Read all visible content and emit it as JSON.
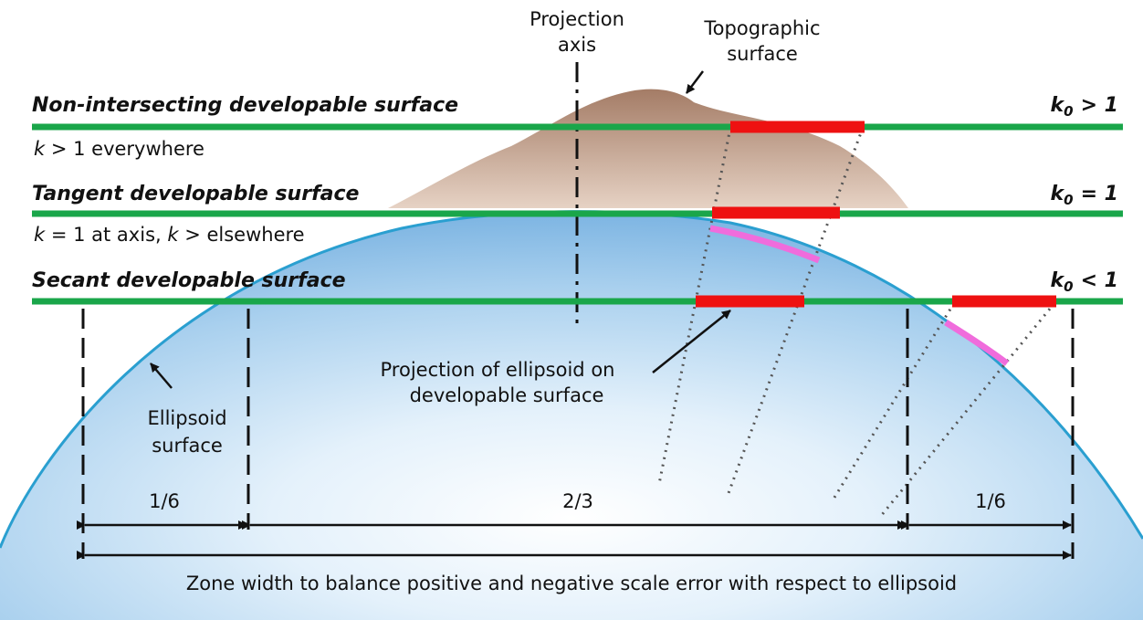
{
  "title": "",
  "labels": {
    "projection_axis_line1": "Projection",
    "projection_axis_line2": "axis",
    "topo_line1": "Topographic",
    "topo_line2": "surface",
    "non_intersecting": "Non-intersecting developable surface",
    "non_intersecting_note_k": "k",
    "non_intersecting_note_rest": " > 1 everywhere",
    "tangent": "Tangent developable surface",
    "tangent_note_k1": "k",
    "tangent_note_mid": " = 1 at axis, ",
    "tangent_note_k2": "k",
    "tangent_note_rest": " > elsewhere",
    "secant": "Secant developable surface",
    "k0_gt": "> 1",
    "k0_eq": "= 1",
    "k0_lt": "< 1",
    "k_symbol": "k",
    "k_sub": "0",
    "projection_label_line1": "Projection of ellipsoid on",
    "projection_label_line2": "developable surface",
    "ellipsoid_line1": "Ellipsoid",
    "ellipsoid_line2": "surface",
    "left_sixth": "1/6",
    "middle": "2/3",
    "right_sixth": "1/6",
    "zone_caption": "Zone width to balance positive and negative scale error with respect to ellipsoid"
  },
  "colors": {
    "developable_line": "#1aa64a",
    "projection_segment": "#ee1111",
    "ellipsoid_segment": "#f06cdc",
    "ellipsoid_edge": "#2a9fd0",
    "terrain": "#b89278"
  }
}
